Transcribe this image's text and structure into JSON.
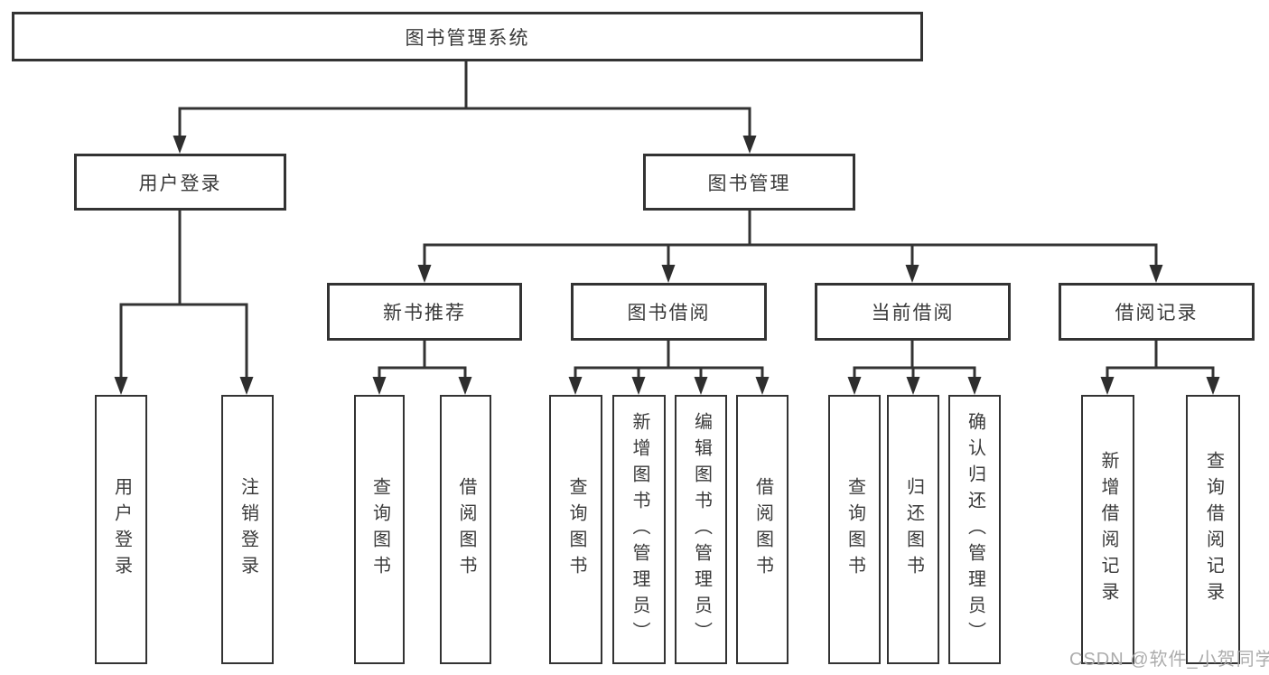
{
  "tree": {
    "label": "图书管理系统",
    "children": [
      {
        "label": "用户登录",
        "children": [
          {
            "label": "用户登录"
          },
          {
            "label": "注销登录"
          }
        ]
      },
      {
        "label": "图书管理",
        "children": [
          {
            "label": "新书推荐",
            "children": [
              {
                "label": "查询图书"
              },
              {
                "label": "借阅图书"
              }
            ]
          },
          {
            "label": "图书借阅",
            "children": [
              {
                "label": "查询图书"
              },
              {
                "label": "新增图书（管理员）"
              },
              {
                "label": "编辑图书（管理员）"
              },
              {
                "label": "借阅图书"
              }
            ]
          },
          {
            "label": "当前借阅",
            "children": [
              {
                "label": "查询图书"
              },
              {
                "label": "归还图书"
              },
              {
                "label": "确认归还（管理员）"
              }
            ]
          },
          {
            "label": "借阅记录",
            "children": [
              {
                "label": "新增借阅记录"
              },
              {
                "label": "查询借阅记录"
              }
            ]
          }
        ]
      }
    ]
  },
  "watermark": "CSDN @软件_小贺同学",
  "colors": {
    "line": "#333333",
    "box_border": "#333333",
    "text": "#3a3a3a",
    "watermark": "#a8a8a8",
    "background": "#ffffff"
  }
}
